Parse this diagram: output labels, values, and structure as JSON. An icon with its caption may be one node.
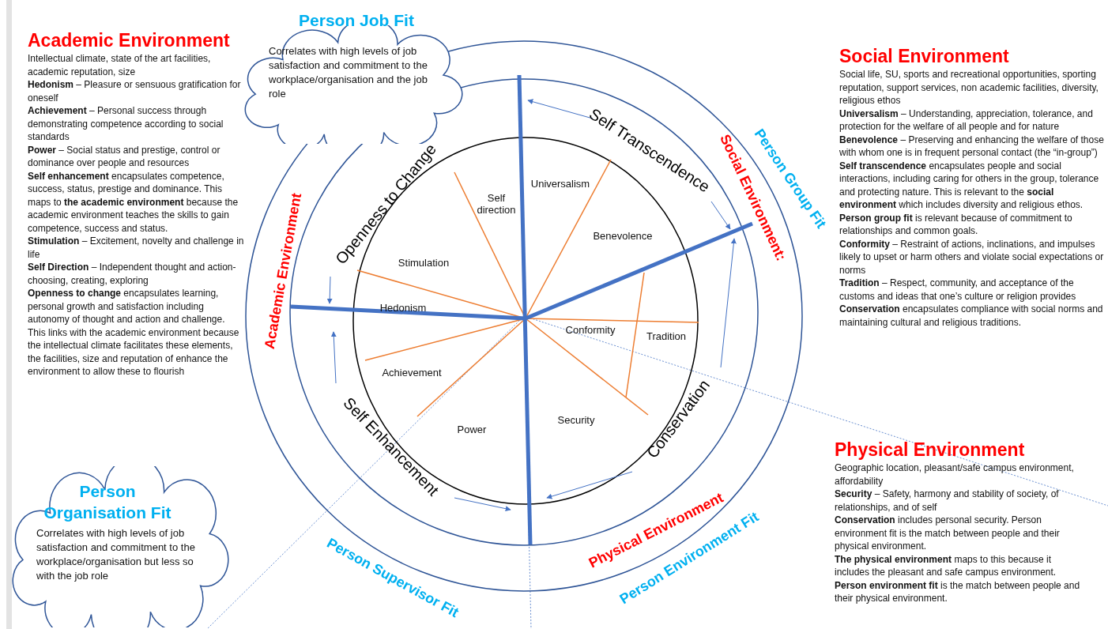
{
  "diagram": {
    "nodes": [
      {
        "text": [
          "Person Job Fit",
          "Correlates with high levels of job satisfaction and commitment to the workplace/organisation and the job role"
        ]
      },
      {
        "text": [
          "Person Organisation Fit",
          "Correlates with high levels of job satisfaction and commitment to the workplace/organisation but less so with the job role"
        ]
      }
    ],
    "labels": [
      "Academic Environment",
      "Intellectual climate, state of the art facilities, academic reputation, size",
      "**Hedonism** – Pleasure or sensuous gratification for oneself",
      "**Achievement** – Personal success through demonstrating competence according to social standards",
      "**Power** – Social status and prestige, control or dominance over people and resources",
      "**Self enhancement** encapsulates competence, success, status, prestige and dominance.  This maps to **the academic environment** because the academic environment teaches the skills to gain competence, success and status.",
      "**Stimulation** – Excitement, novelty and challenge in life",
      "**Self Direction** – Independent thought and action-choosing, creating, exploring",
      "**Openness to change** encapsulates learning, personal growth and satisfaction including autonomy of thought and action and challenge.  This links with the academic environment because the intellectual climate facilitates these elements, the facilities, size and reputation of enhance the environment to allow these to flourish",
      "Social Environment",
      "Social life, SU, sports and recreational opportunities, sporting reputation, support services, non academic facilities, diversity, religious ethos",
      "**Universalism** – Understanding, appreciation, tolerance, and protection for the welfare of all people and for nature",
      "**Benevolence** – Preserving and enhancing the welfare of those with whom one is in frequent personal contact (the “in-group”)",
      "**Self transcendence** encapsulates people and social interactions, including caring for others in the group, tolerance and protecting nature.  This is relevant to the **social environment** which includes diversity and religious ethos.  **Person group fit** is relevant because of commitment to relationships and common goals.",
      "**Conformity** – Restraint of actions, inclinations, and impulses likely to upset or harm others and violate social expectations or norms",
      "**Tradition** – Respect, community, and acceptance of the customs and ideas that one’s culture or religion provides",
      "**Conservation** encapsulates compliance with social norms and maintaining cultural and religious traditions.",
      "Physical Environment",
      "Geographic location, pleasant/safe campus environment, affordability",
      "**Security** – Safety, harmony and stability of society, of relationships, and of self",
      "**Conservation** includes personal security.  Person environment fit is the match between people and their physical environment.",
      "**The physical environment** maps to this because it includes the pleasant and safe campus environment.  **Person environment fit** is the match between people and their physical environment.",
      "Self direction",
      "Universalism",
      "Benevolence",
      "Stimulation",
      "Hedonism",
      "Conformity",
      "Tradition",
      "Achievement",
      "Security",
      "Power",
      "Openness to Change",
      "Self Transcendence",
      "Conservation",
      "Self Enhancement",
      "Academic Environment",
      "Social Environment:",
      "Person Group Fit",
      "Physical Environment",
      "Person Environment Fit",
      "Person Supervisor Fit"
    ]
  }
}
